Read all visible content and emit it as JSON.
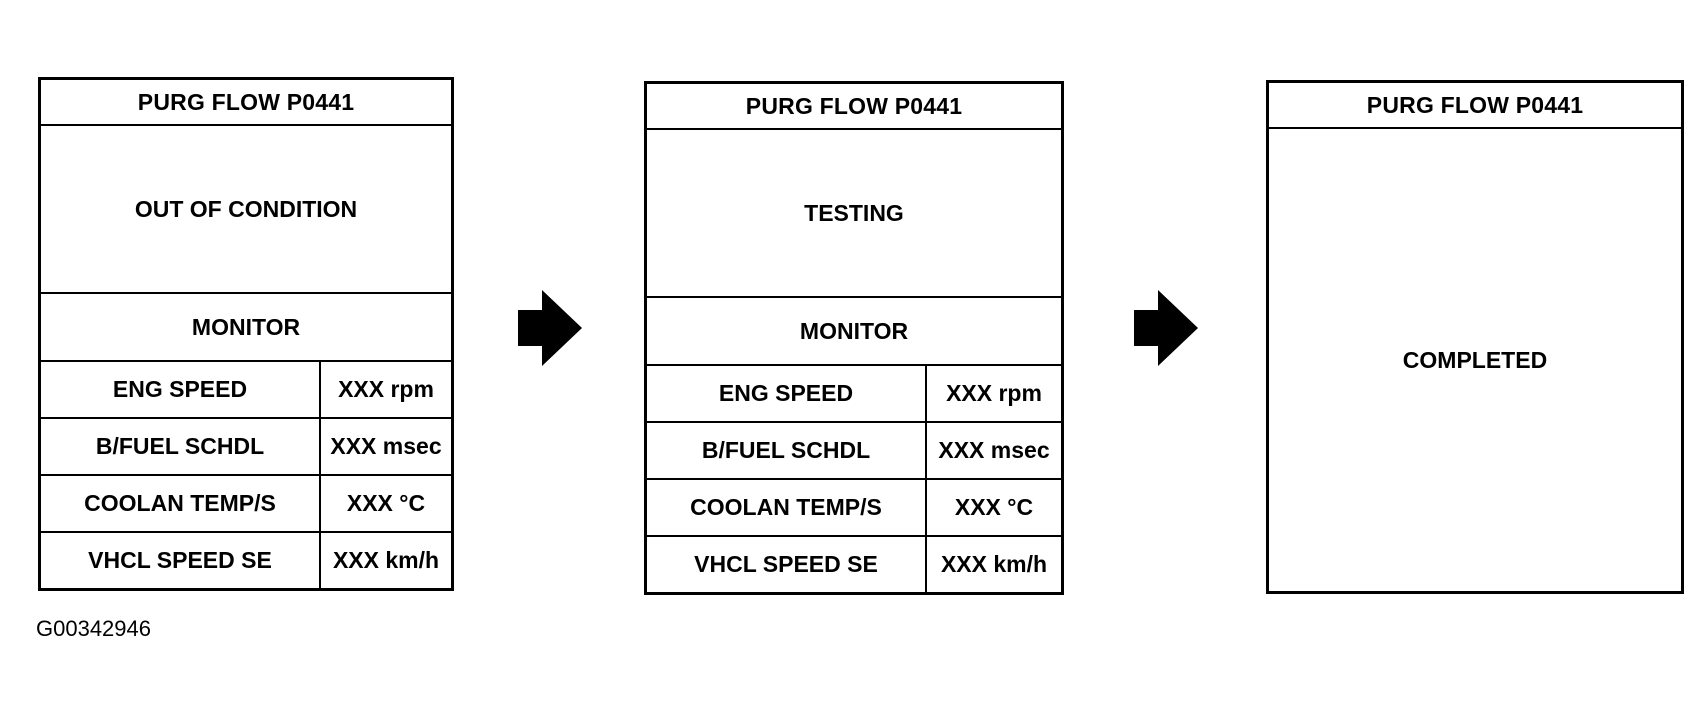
{
  "screens": [
    {
      "title": "PURG FLOW P0441",
      "status": "OUT OF CONDITION",
      "monitor": {
        "heading": "MONITOR",
        "rows": [
          {
            "label": "ENG SPEED",
            "value": "XXX rpm"
          },
          {
            "label": "B/FUEL SCHDL",
            "value": "XXX msec"
          },
          {
            "label": "COOLAN TEMP/S",
            "value": "XXX °C"
          },
          {
            "label": "VHCL SPEED SE",
            "value": "XXX km/h"
          }
        ]
      }
    },
    {
      "title": "PURG FLOW P0441",
      "status": "TESTING",
      "monitor": {
        "heading": "MONITOR",
        "rows": [
          {
            "label": "ENG SPEED",
            "value": "XXX rpm"
          },
          {
            "label": "B/FUEL SCHDL",
            "value": "XXX msec"
          },
          {
            "label": "COOLAN TEMP/S",
            "value": "XXX °C"
          },
          {
            "label": "VHCL SPEED SE",
            "value": "XXX km/h"
          }
        ]
      }
    },
    {
      "title": "PURG FLOW P0441",
      "status": "COMPLETED"
    }
  ],
  "figure_id": "G00342946",
  "icons": {
    "arrow_1": "right-arrow-icon",
    "arrow_2": "right-arrow-icon"
  }
}
